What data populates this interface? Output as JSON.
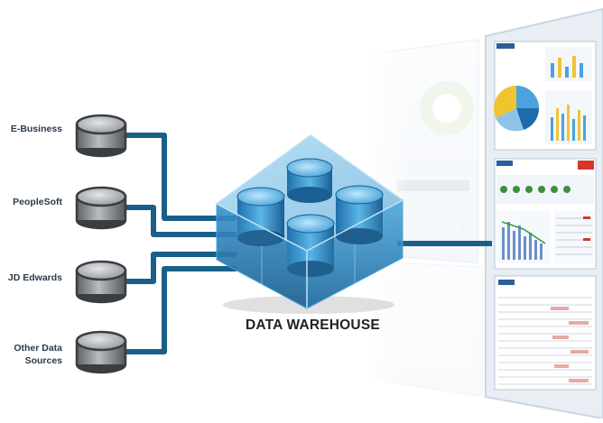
{
  "sources": [
    {
      "id": "e-business",
      "label": "E-Business"
    },
    {
      "id": "peoplesoft",
      "label": "PeopleSoft"
    },
    {
      "id": "jd-edwards",
      "label": "JD Edwards"
    },
    {
      "id": "other",
      "label_line1": "Other Data",
      "label_line2": "Sources"
    }
  ],
  "hub": {
    "label": "DATA WAREHOUSE"
  },
  "colors": {
    "connector": "#1a5f8a",
    "connector_edge": "#0d3d5e",
    "cube_blue": "#3aa0d8",
    "cube_dark": "#1e6fa6",
    "disk_gray": "#9ea2a6",
    "panel_frame": "#c9d6e2"
  },
  "icons": [
    "database-disk-icon",
    "warehouse-cube-icon",
    "dashboard-panel-icon"
  ]
}
